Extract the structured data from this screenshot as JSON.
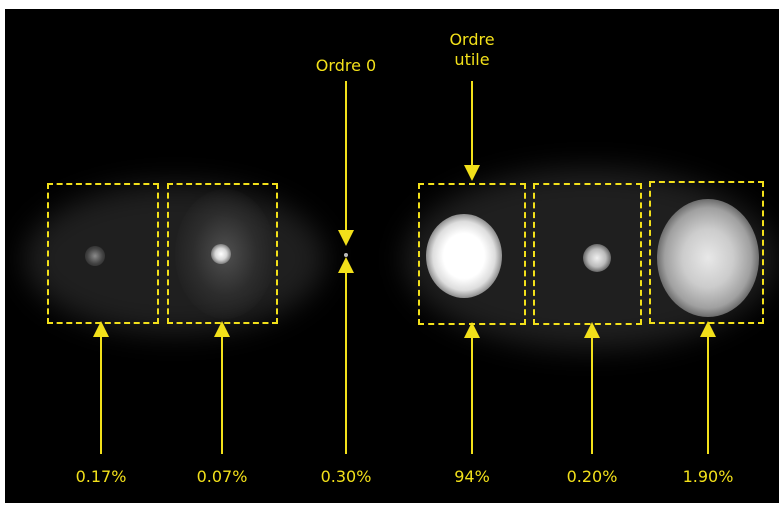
{
  "labels": {
    "order0": "Ordre 0",
    "useful_line1": "Ordre",
    "useful_line2": "utile",
    "percentages": [
      "0.17%",
      "0.07%",
      "0.30%",
      "94%",
      "0.20%",
      "1.90%"
    ]
  },
  "colors": {
    "background": "#000000",
    "annotation": "#f2e01a",
    "spot": "#ffffff"
  }
}
